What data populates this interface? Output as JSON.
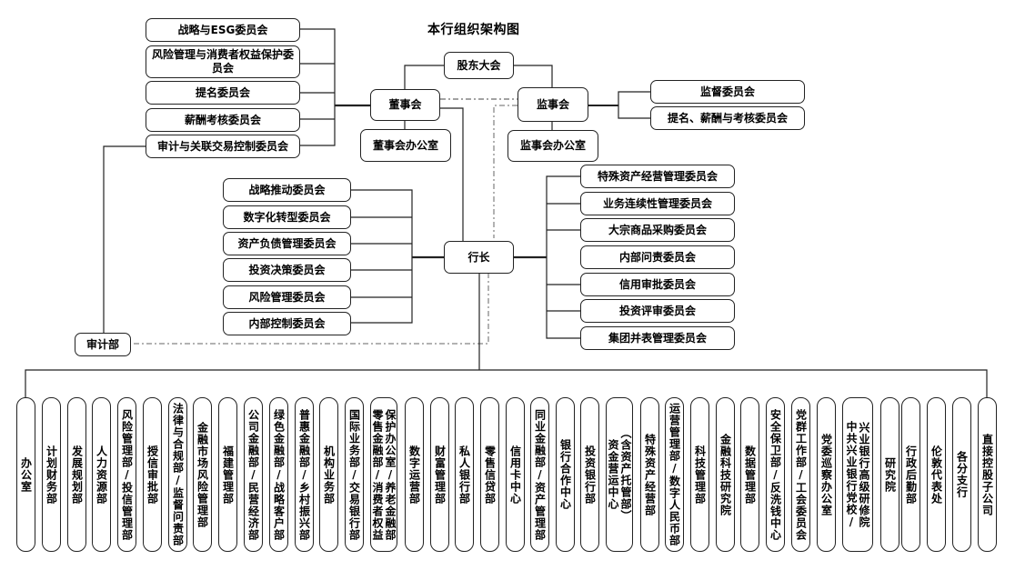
{
  "title": "本行组织架构图",
  "top": {
    "shareholders": "股东大会",
    "board": "董事会",
    "board_office": "董事会办公室",
    "supervisors": "监事会",
    "supervisors_office": "监事会办公室",
    "president": "行长",
    "audit_dept": "审计部"
  },
  "board_committees": [
    "战略与ESG委员会",
    "风险管理与消费者权益保护委员会",
    "提名委员会",
    "薪酬考核委员会",
    "审计与关联交易控制委员会"
  ],
  "supervisor_committees": [
    "监督委员会",
    "提名、薪酬与考核委员会"
  ],
  "president_committees_left": [
    "战略推动委员会",
    "数字化转型委员会",
    "资产负债管理委员会",
    "投资决策委员会",
    "风险管理委员会",
    "内部控制委员会"
  ],
  "president_committees_right": [
    "特殊资产经营管理委员会",
    "业务连续性管理委员会",
    "大宗商品采购委员会",
    "内部问责委员会",
    "信用审批委员会",
    "投资评审委员会",
    "集团并表管理委员会"
  ],
  "departments": [
    [
      "办公室"
    ],
    [
      "计划财务部"
    ],
    [
      "发展规划部"
    ],
    [
      "人力资源部"
    ],
    [
      "风险管理部/投信管理部"
    ],
    [
      "授信审批部"
    ],
    [
      "法律与合规部/监督问责部"
    ],
    [
      "金融市场风险管理部"
    ],
    [
      "福建管理部"
    ],
    [
      "公司金融部/民营经济部"
    ],
    [
      "绿色金融部/战略客户部"
    ],
    [
      "普惠金融部/乡村振兴部"
    ],
    [
      "机构业务部"
    ],
    [
      "国际业务部/交易银行部"
    ],
    [
      "零售金融部/消费者权益",
      "保护办公室/养老金融部"
    ],
    [
      "数字运营部"
    ],
    [
      "财富管理部"
    ],
    [
      "私人银行部"
    ],
    [
      "零售信贷部"
    ],
    [
      "信用卡中心"
    ],
    [
      "同业金融部/资产管理部"
    ],
    [
      "银行合作中心"
    ],
    [
      "投资银行部"
    ],
    [
      "资金营运中心",
      "（含资产托管部）"
    ],
    [
      "特殊资产经营部"
    ],
    [
      "运营管理部/数字人民币部"
    ],
    [
      "科技管理部"
    ],
    [
      "金融科技研究院"
    ],
    [
      "数据管理部"
    ],
    [
      "安全保卫部/反洗钱中心"
    ],
    [
      "党群工作部/工会委员会"
    ],
    [
      "党委巡察办公室"
    ],
    [
      "中共兴业银行党校/",
      "兴业银行高级研修院"
    ],
    [
      "研究院"
    ],
    [
      "行政后勤部"
    ],
    [
      "伦敦代表处"
    ],
    [
      "各分支行"
    ],
    [
      "直接控股子公司"
    ]
  ]
}
